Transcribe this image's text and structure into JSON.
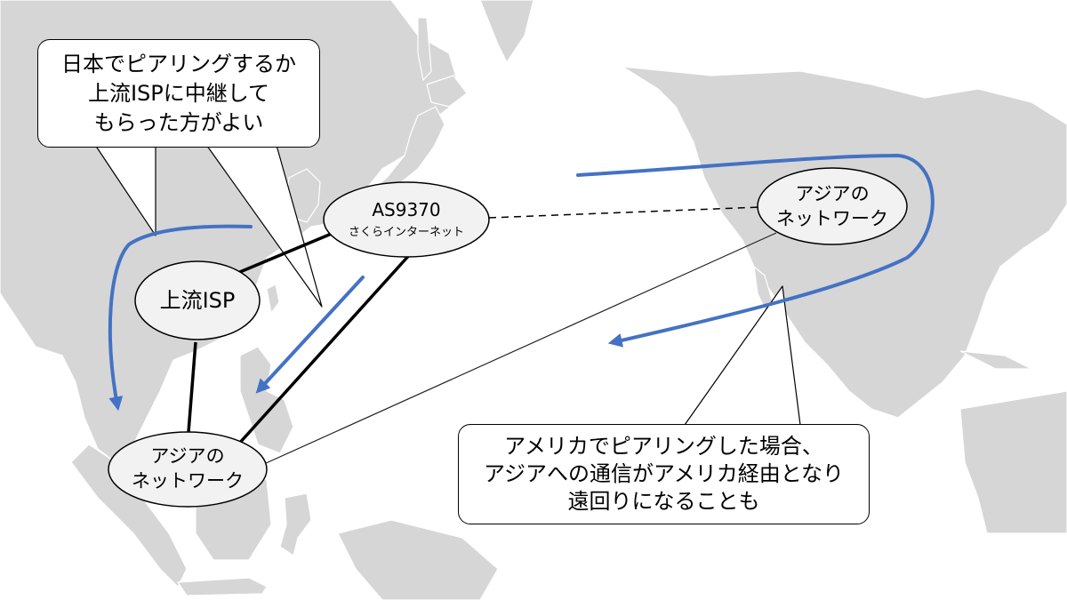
{
  "callouts": {
    "japan_peering": {
      "lines": [
        "日本でピアリングするか",
        "上流ISPに中継して",
        "もらった方がよい"
      ]
    },
    "us_peering": {
      "lines": [
        "アメリカでピアリングした場合、",
        "アジアへの通信がアメリカ経由となり",
        "遠回りになることも"
      ]
    }
  },
  "nodes": {
    "sakura": {
      "title": "AS9370",
      "subtitle": "さくらインターネット"
    },
    "upstream": {
      "label": "上流ISP"
    },
    "asia_network_asia": {
      "lines": [
        "アジアの",
        "ネットワーク"
      ]
    },
    "asia_network_us": {
      "lines": [
        "アジアの",
        "ネットワーク"
      ]
    }
  },
  "colors": {
    "flow_arrow": "#4472c4",
    "land": "#d6d6d6",
    "node_fill": "#f2f2f2",
    "link": "#000000"
  }
}
